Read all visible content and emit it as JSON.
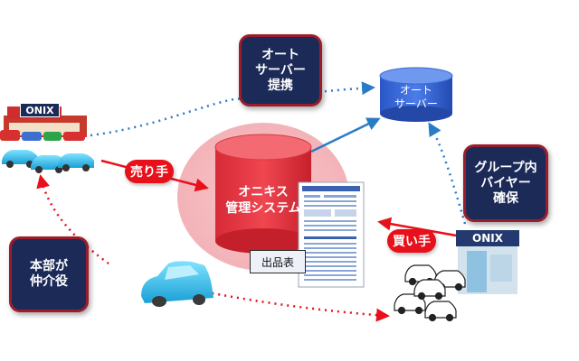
{
  "auto_server_partner": {
    "line1": "オート",
    "line2": "サーバー",
    "line3": "提携"
  },
  "auto_server": {
    "line1": "オート",
    "line2": "サーバー"
  },
  "seller_label": "売り手",
  "buyer_label": "買い手",
  "onix_system": {
    "line1": "オニキス",
    "line2": "管理システム"
  },
  "listing_sheet": "出品表",
  "group_buyer": {
    "line1": "グループ内",
    "line2": "バイヤー",
    "line3": "確保"
  },
  "headquarters": {
    "line1": "本部が",
    "line2": "仲介役"
  },
  "brand_sign": "ONIX",
  "colors": {
    "navy": "#1b2a57",
    "red": "#e8101a",
    "blue_cylinder": "#2f5fcf",
    "red_cylinder": "#ee3b47",
    "pink_circle": "#f6c5c8",
    "blue_arrow": "#2a7bc6"
  }
}
